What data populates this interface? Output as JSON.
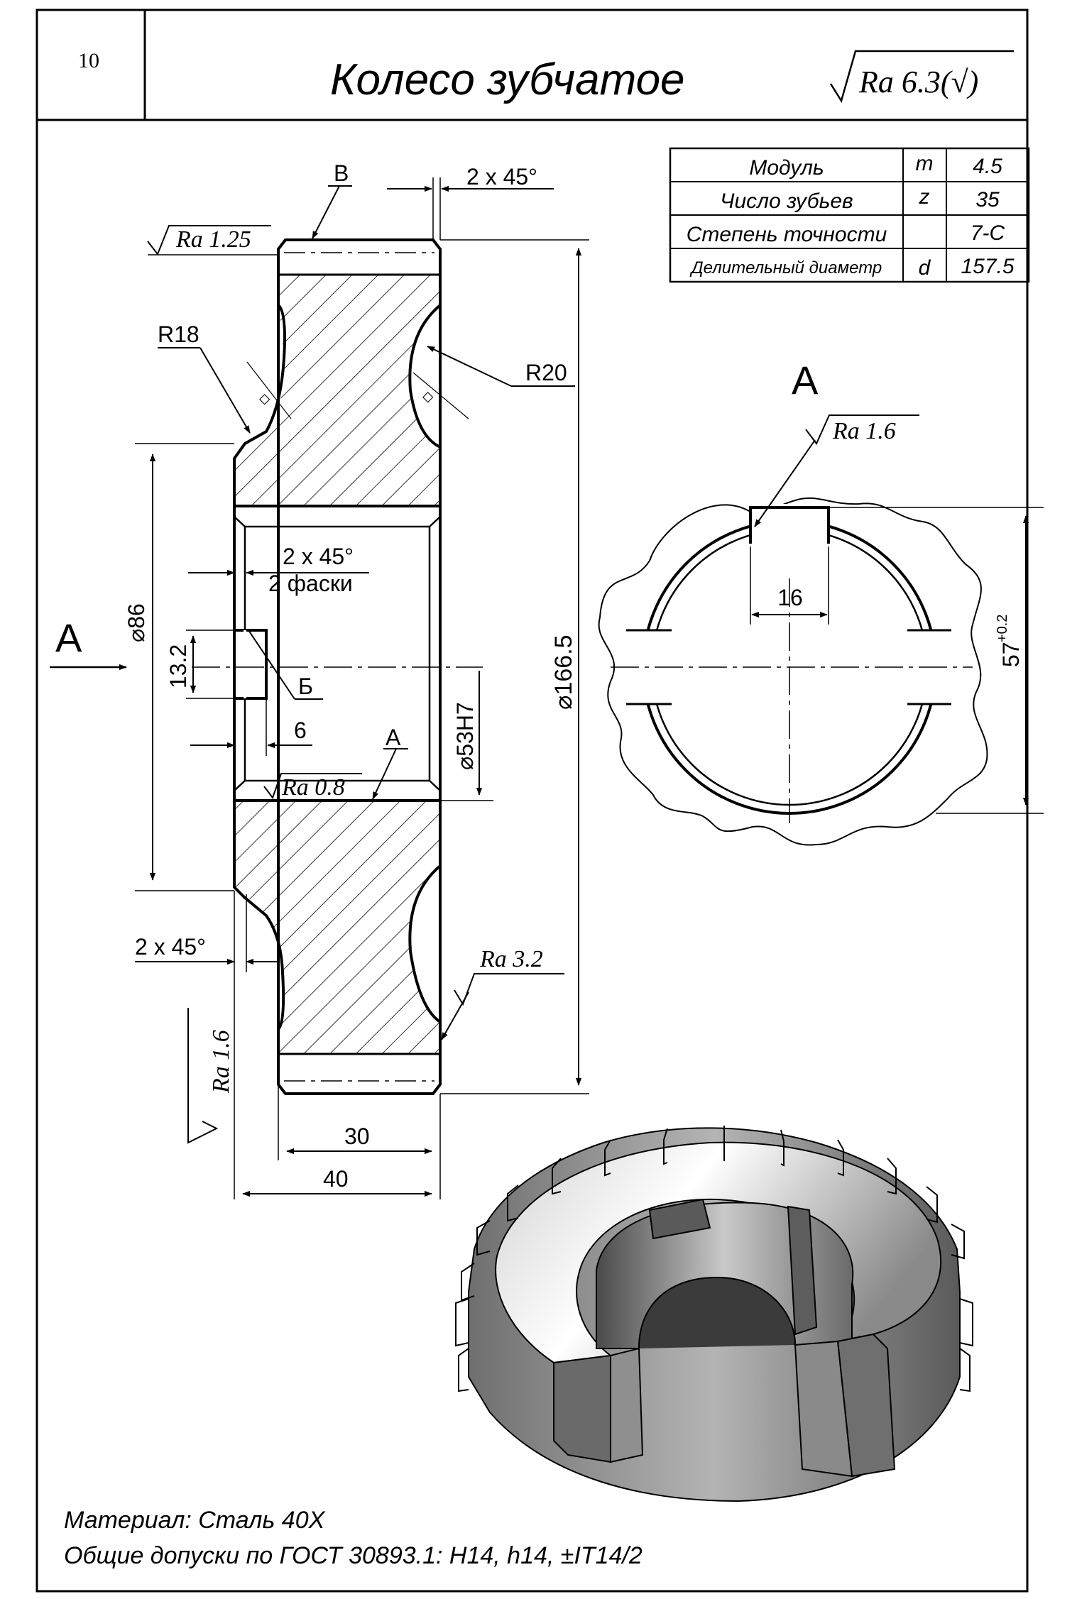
{
  "sheet": {
    "page_number": "10",
    "title": "Колесо зубчатое",
    "roughness_general": "Ra 6.3(√)"
  },
  "parameters_table": [
    {
      "name": "Модуль",
      "symbol": "m",
      "value": "4.5"
    },
    {
      "name": "Число зубьев",
      "symbol": "z",
      "value": "35"
    },
    {
      "name": "Степень точности",
      "symbol": "",
      "value": "7-С"
    },
    {
      "name": "Делительный диаметр",
      "symbol": "d",
      "value": "157.5"
    }
  ],
  "section_view": {
    "label_B_top": "В",
    "chamfer_top": "2 x 45°",
    "ra_top": "Ra 1.25",
    "r18": "R18",
    "r20": "R20",
    "chamfer_bore": "2 x 45°",
    "chamfer_bore_note": "2 фаски",
    "dia_86": "⌀86",
    "view_arrow": "A",
    "dim_13_2": "13.2",
    "label_Б": "Б",
    "dim_6": "6",
    "label_A_bore": "A",
    "ra_bore": "Ra 0.8",
    "dia_53h7": "⌀53H7",
    "dia_166_5": "⌀166.5",
    "chamfer_bottom": "2 x 45°",
    "ra_side": "Ra 1.6",
    "ra_face": "Ra 3.2",
    "dim_30": "30",
    "dim_40": "40"
  },
  "view_A": {
    "title": "A",
    "ra": "Ra 1.6",
    "keyway_width": "16",
    "keyway_depth": "57",
    "keyway_depth_tol": "+0.2"
  },
  "notes": {
    "material": "Материал: Сталь 40Х",
    "tolerances": "Общие допуски по ГОСТ 30893.1: H14, h14, ±IT14/2"
  }
}
